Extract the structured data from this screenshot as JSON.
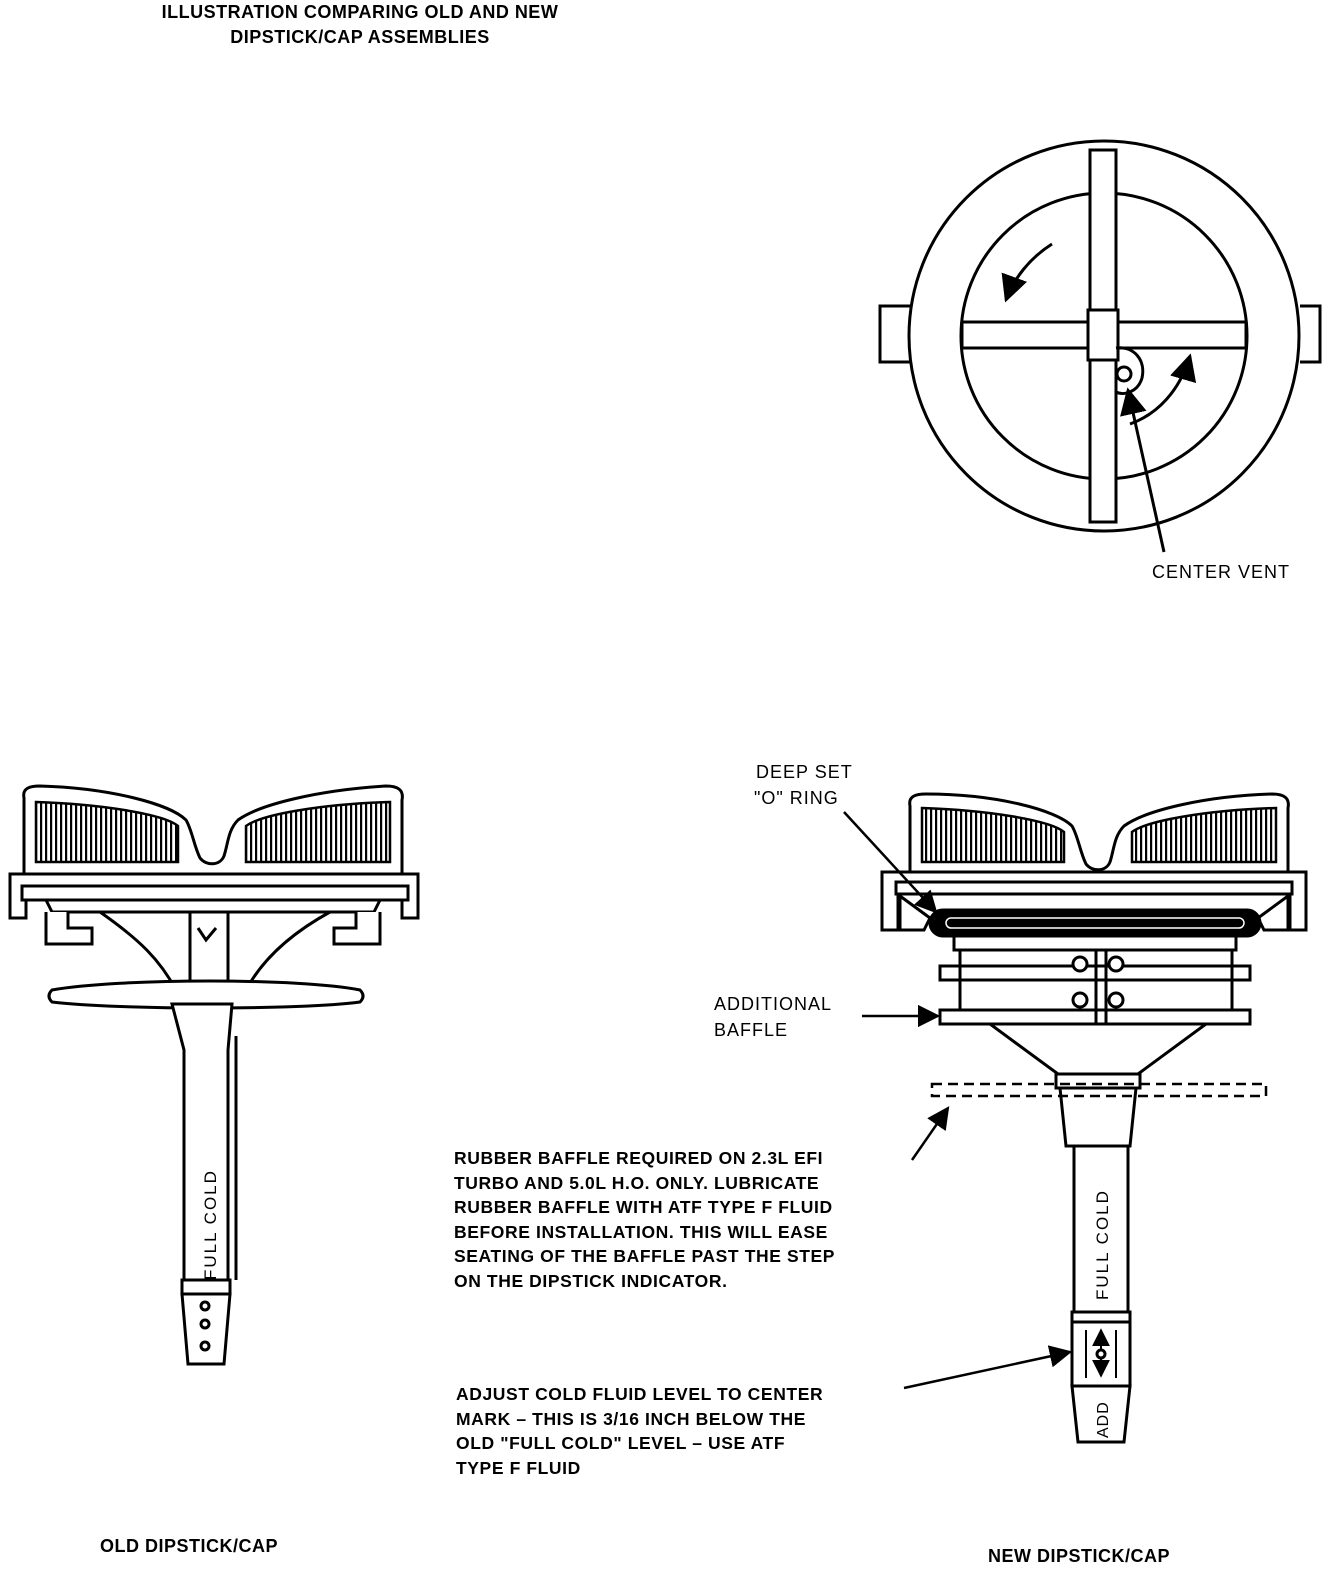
{
  "title": {
    "line1": "ILLUSTRATION COMPARING OLD AND NEW",
    "line2": "DIPSTICK/CAP ASSEMBLIES"
  },
  "top_view": {
    "center_vent_label": "CENTER VENT"
  },
  "old_cap": {
    "caption": "OLD DIPSTICK/CAP",
    "stem_label": "FULL COLD"
  },
  "new_cap": {
    "caption": "NEW DIPSTICK/CAP",
    "stem_label": "FULL COLD",
    "add_label": "ADD",
    "o_ring_label_line1": "DEEP SET",
    "o_ring_label_line2": "\"O\" RING",
    "baffle_label_line1": "ADDITIONAL",
    "baffle_label_line2": "BAFFLE"
  },
  "notes": {
    "rubber_baffle": [
      "RUBBER BAFFLE REQUIRED ON 2.3L EFI",
      "TURBO AND 5.0L H.O. ONLY. LUBRICATE",
      "RUBBER BAFFLE WITH ATF TYPE F FLUID",
      "BEFORE INSTALLATION. THIS WILL EASE",
      "SEATING OF THE BAFFLE PAST THE STEP",
      "ON THE DIPSTICK INDICATOR."
    ],
    "adjust_level": [
      "ADJUST COLD FLUID LEVEL TO CENTER",
      "MARK – THIS IS 3/16 INCH BELOW THE",
      "OLD \"FULL COLD\" LEVEL – USE ATF",
      "TYPE F FLUID"
    ]
  }
}
